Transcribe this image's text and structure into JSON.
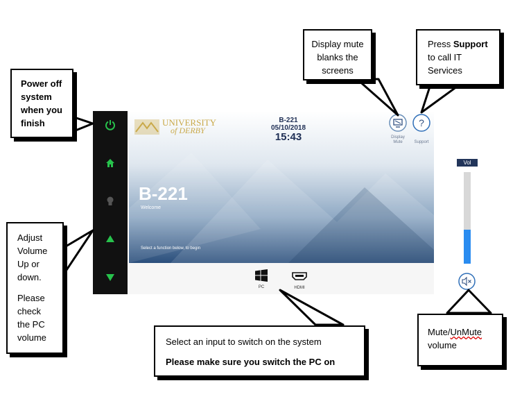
{
  "callouts": {
    "power": {
      "lines": [
        "Power off",
        "system",
        "when you",
        "finish"
      ]
    },
    "volume": {
      "lines": [
        "Adjust",
        "Volume",
        "Up or",
        "down."
      ],
      "lines2": [
        "Please",
        "check",
        "the PC",
        "volume"
      ]
    },
    "display_mute": {
      "lines": [
        "Display mute",
        "blanks the",
        "screens"
      ]
    },
    "support": {
      "prefix": "Press ",
      "bold": "Support",
      "lines": [
        "to call IT",
        "Services"
      ]
    },
    "input": {
      "line1": "Select an input to switch on the system",
      "line2": "Please make sure you switch the PC on"
    },
    "mute": {
      "word1": "Mute/",
      "word2": "UnMute",
      "line2": "volume"
    }
  },
  "screen": {
    "logo_line1": "UNIVERSITY",
    "logo_line2": "of DERBY",
    "room_code": "B-221",
    "date": "05/10/2018",
    "time": "15:43",
    "big_title": "B-221",
    "welcome": "Welcome",
    "hint": "Select a function below, to begin",
    "display_mute_label1": "Display",
    "display_mute_label2": "Mute",
    "support_label": "Support",
    "sources": [
      {
        "label": "PC"
      },
      {
        "label": "HDMI"
      }
    ]
  },
  "volume": {
    "label": "Vol",
    "level_percent": 37
  },
  "colors": {
    "sidebar_icon": "#27c24c",
    "sidebar_icon_dim": "#555555",
    "accent_blue": "#2a8cf0",
    "logo_gold": "#c9a94a"
  },
  "icons": {
    "power": "power-icon",
    "home": "home-icon",
    "bulb": "bulb-icon",
    "up": "triangle-up-icon",
    "down": "triangle-down-icon",
    "windows": "windows-icon",
    "hdmi": "hdmi-icon",
    "display_mute": "display-mute-icon",
    "support": "help-icon",
    "mute": "speaker-mute-icon"
  }
}
